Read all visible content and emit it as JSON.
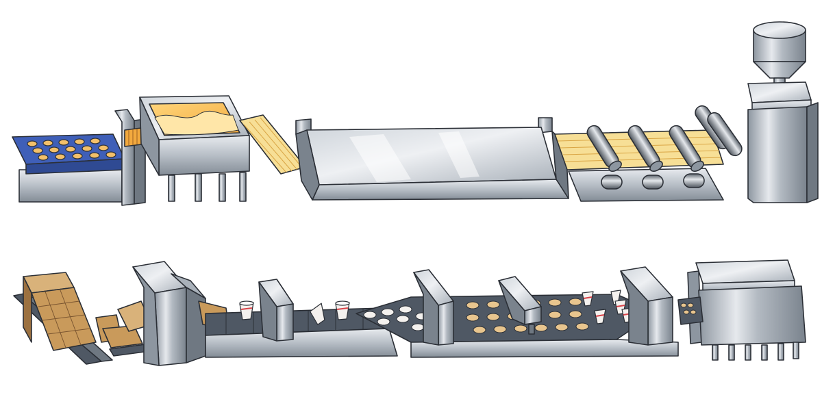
{
  "diagram": {
    "title": "",
    "labels": [],
    "palette": {
      "outline": "#2b2f36",
      "steel_light": "#dfe3e8",
      "steel_mid": "#a9b1ba",
      "steel_dark": "#6f7882",
      "steel_shadow": "#4d545c",
      "belt": "#4f5864",
      "tray_blue": "#3f5fb8",
      "dough": "#f3c06a",
      "dough_light": "#ffe6a8",
      "dough_sheet": "#f7df96",
      "cardboard": "#c99a5b",
      "cardboard_dark": "#9c7140",
      "cup_white": "#f4f1ee",
      "cup_red": "#d9434a",
      "noodle": "#e8c58e"
    },
    "rows": [
      {
        "name": "upper-production-line",
        "stations": [
          "dough-tray",
          "fryer-vat",
          "dough-chute",
          "steaming-table",
          "roller-press",
          "cutter-rollers",
          "mixer-hopper"
        ]
      },
      {
        "name": "lower-packaging-line",
        "stations": [
          "carton-stack",
          "carton-feeder",
          "wrapping-gate",
          "cup-conveyor",
          "cup-dispenser",
          "noodle-filler-belt",
          "lid-station",
          "cup-stacker",
          "sealing-press"
        ]
      }
    ]
  }
}
